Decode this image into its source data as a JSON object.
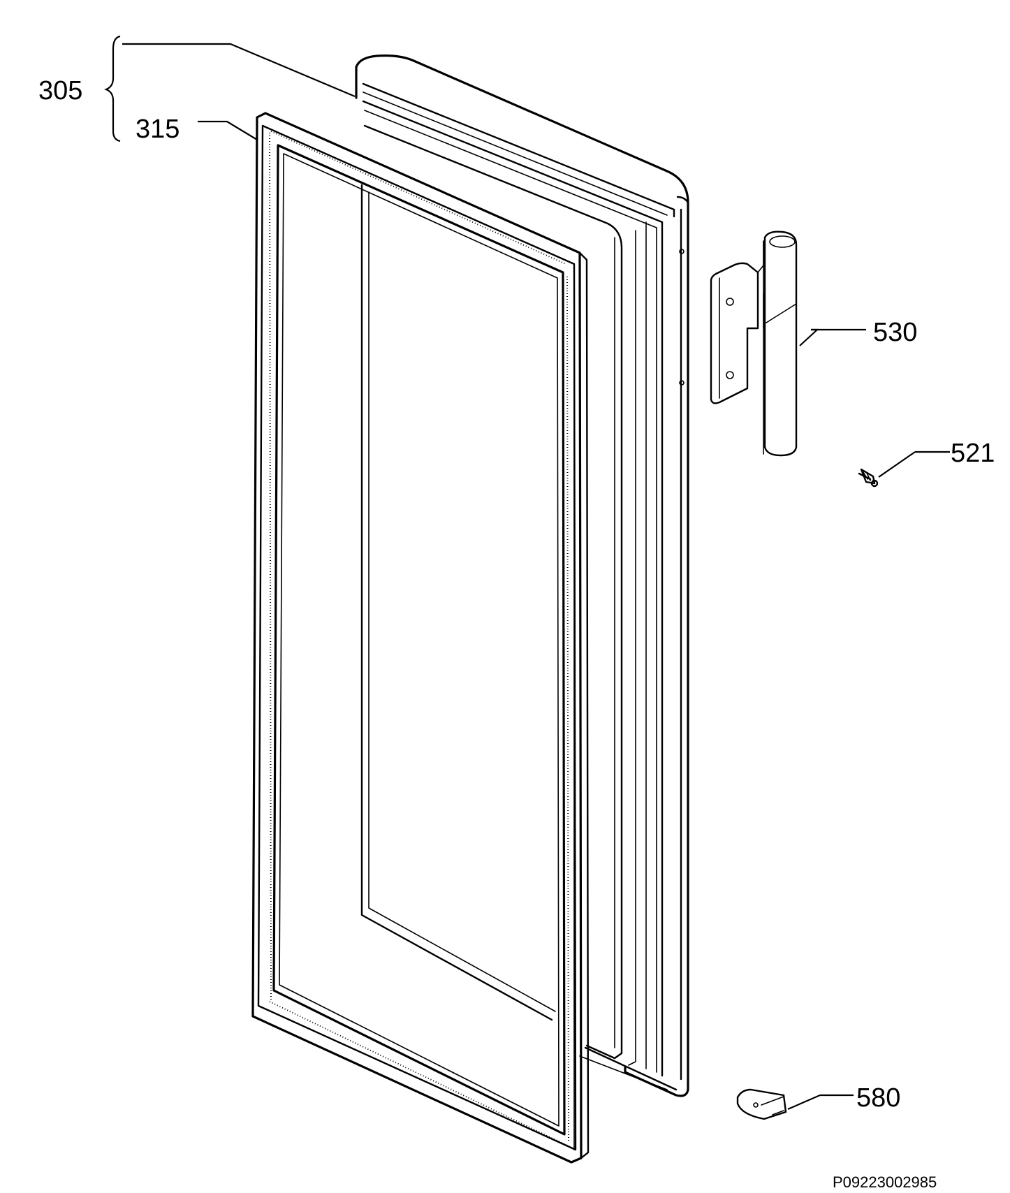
{
  "diagram": {
    "callouts": [
      {
        "id": "305",
        "label": "305"
      },
      {
        "id": "315",
        "label": "315"
      },
      {
        "id": "530",
        "label": "530"
      },
      {
        "id": "521",
        "label": "521"
      },
      {
        "id": "580",
        "label": "580"
      }
    ],
    "document_code": "P09223002985",
    "colors": {
      "ink": "#000000",
      "background": "#ffffff"
    }
  }
}
